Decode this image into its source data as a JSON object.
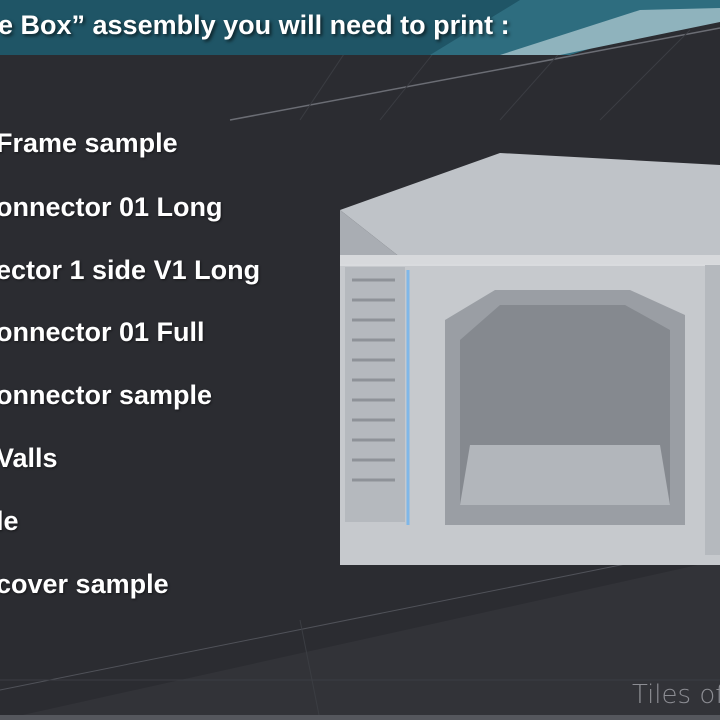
{
  "header": {
    "title": "e Box” assembly you will need to print :"
  },
  "items": [
    "Frame sample",
    "onnector 01 Long",
    "ector 1 side V1 Long",
    "onnector 01 Full",
    "onnector sample",
    "Valls",
    "le",
    "cover sample"
  ],
  "footer": {
    "brand": "Tiles of"
  },
  "colors": {
    "banner": "#1f5566",
    "banner_light": "#8fb3bd",
    "background": "#2b2c31",
    "model": "#c9ccd0"
  }
}
